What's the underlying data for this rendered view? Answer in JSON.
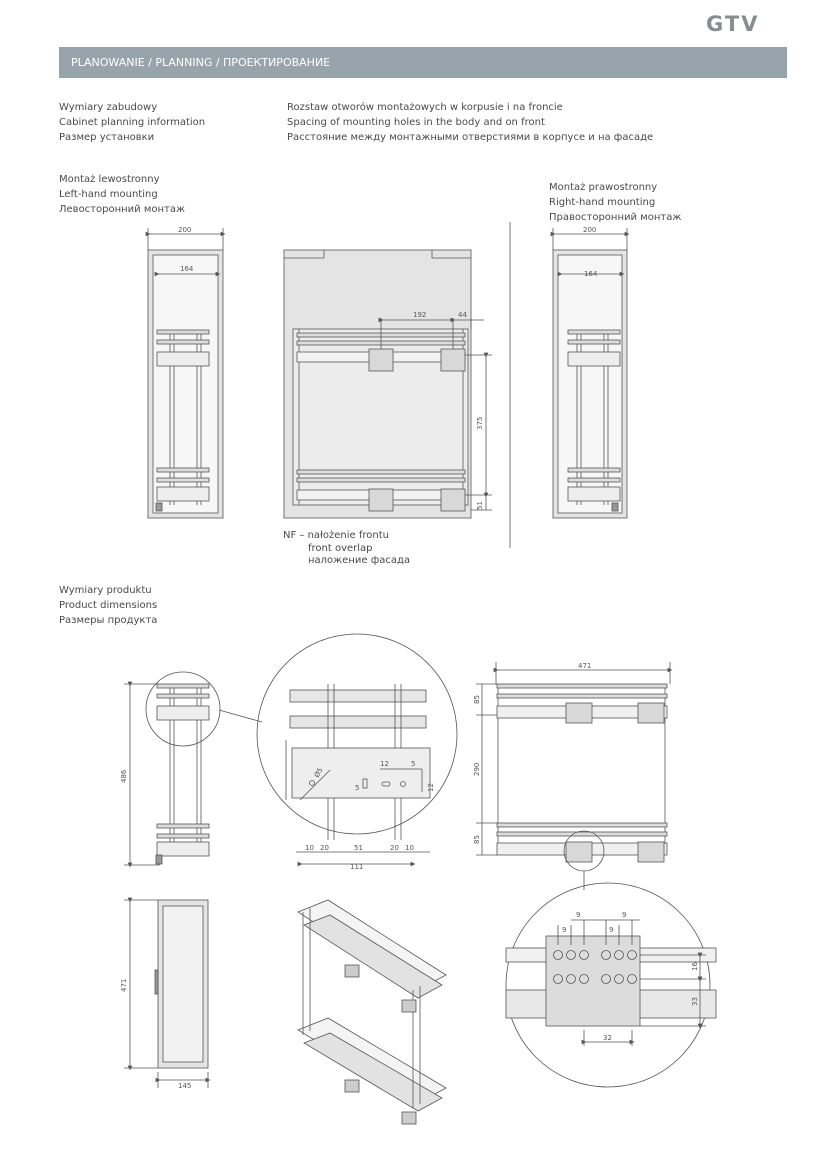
{
  "brand": {
    "logo": "GTV"
  },
  "banner": {
    "title": "PLANOWANIE / PLANNING / ПРОЕКТИРОВАНИЕ"
  },
  "cabinet_info": {
    "pl": "Wymiary zabudowy",
    "en": "Cabinet planning information",
    "ru": "Размер установки"
  },
  "spacing_info": {
    "pl": "Rozstaw otworów montażowych w korpusie i na froncie",
    "en": "Spacing of mounting holes in the body and on front",
    "ru": "Расстояние между монтажными отверстиями в корпусе и на фасаде"
  },
  "left_mounting": {
    "pl": "Montaż lewostronny",
    "en": "Left-hand mounting",
    "ru": "Левосторонний монтаж"
  },
  "right_mounting": {
    "pl": "Montaż prawostronny",
    "en": "Right-hand mounting",
    "ru": "Правосторонний монтаж"
  },
  "nf_note": {
    "line1": "NF – nałożenie frontu",
    "line2": "front overlap",
    "line3": "наложение фасада"
  },
  "product_dims": {
    "pl": "Wymiary produktu",
    "en": "Product dimensions",
    "ru": "Размеры продукта"
  },
  "dimensions": {
    "left_width": "200",
    "left_inner": "164",
    "right_width": "200",
    "right_inner": "164",
    "hole_spacing": "192",
    "front_offset": "44",
    "vertical_spacing": "375",
    "bottom_offset": "51",
    "product_height": "486",
    "detail_diameter": "Ø5",
    "detail_12": "12",
    "detail_5a": "5",
    "detail_5b": "5",
    "detail_12b": "12",
    "detail_10a": "10",
    "detail_20a": "20",
    "detail_51": "51",
    "detail_20b": "20",
    "detail_10b": "10",
    "detail_111": "111",
    "front_width": "471",
    "front_85a": "85",
    "front_290": "290",
    "front_85b": "85",
    "side_height": "471",
    "side_depth": "145",
    "hole_9a": "9",
    "hole_9b": "9",
    "hole_9c": "9",
    "hole_9d": "9",
    "hole_16": "16",
    "hole_33": "33",
    "hole_32": "32"
  }
}
